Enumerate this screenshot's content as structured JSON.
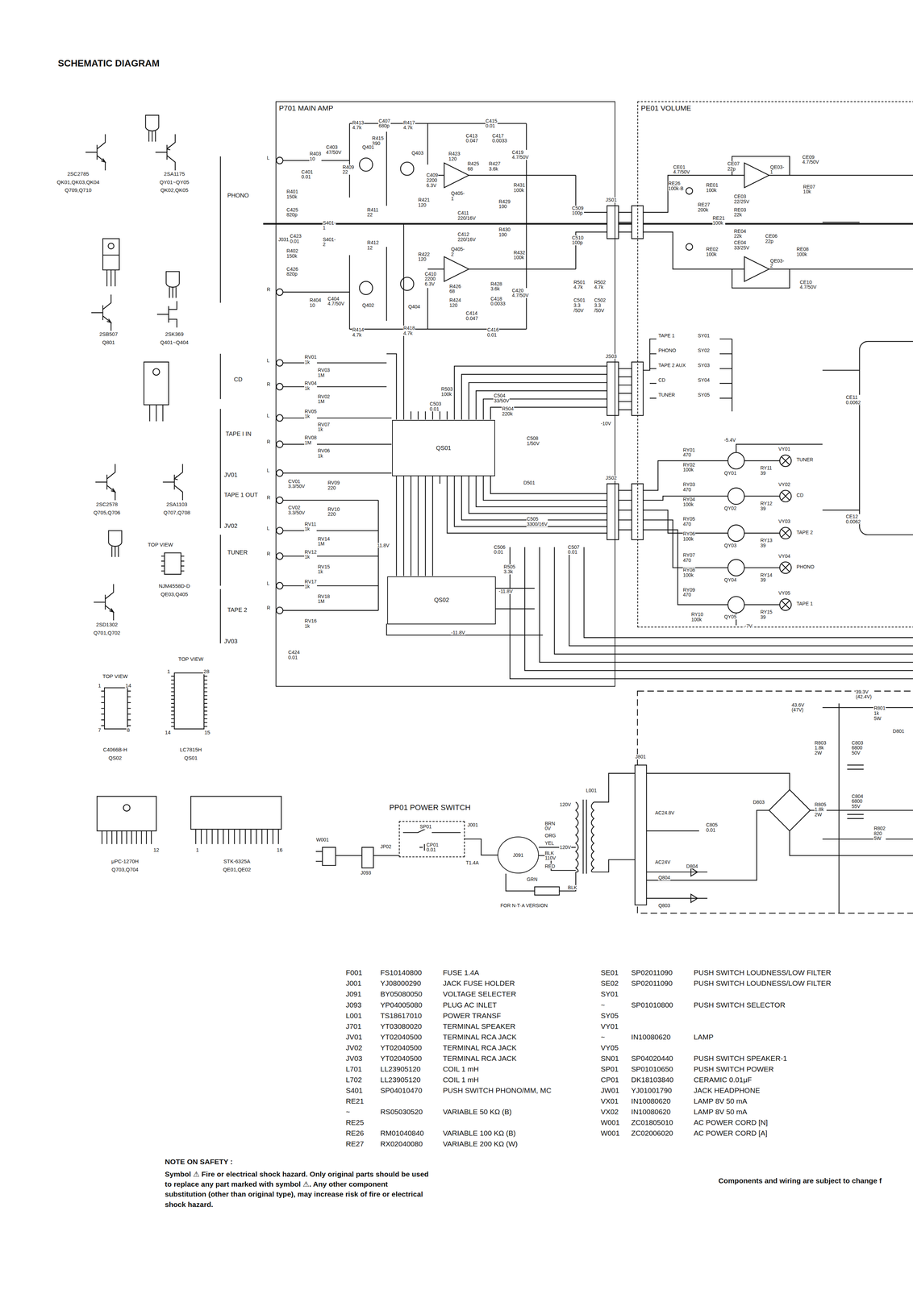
{
  "diagram": {
    "title": "SCHEMATIC DIAGRAM",
    "nodes": [
      {
        "text": [
          "P701 MAIN AMP"
        ]
      },
      {
        "text": [
          "PE01 VOLUME"
        ]
      },
      {
        "text": [
          "QS01"
        ],
        "in": 0
      },
      {
        "text": [
          "QS02"
        ],
        "in": 0
      },
      {
        "text": [
          "PP01 POWER SWITCH"
        ]
      },
      {
        "text": [
          "J091"
        ]
      }
    ],
    "edges": [
      {
        "from": 4,
        "to": 5,
        "arrow": "none"
      }
    ],
    "labels": [
      "2SC2785",
      "QK01,QK03,QK04",
      "Q709,Q710",
      "2SA1175",
      "QY01~QY05",
      "QK02,QK05",
      "2SB507",
      "Q801",
      "2SK369",
      "Q401~Q404",
      "2SC2578",
      "Q705,Q706",
      "2SA1103",
      "Q707,Q708",
      "TOP VIEW",
      "NJM4558D-D",
      "QE03,Q405",
      "2SD1302",
      "Q701,Q702",
      "TOP VIEW",
      "TOP VIEW",
      "C4066B-H",
      "QS02",
      "LC7815H",
      "QS01",
      "μPC-1270H",
      "Q703,Q704",
      "STK-6325A",
      "QE01,QE02",
      "1",
      "14",
      "7",
      "8",
      "1",
      "28",
      "14",
      "15",
      "12",
      "1",
      "16",
      "PHONO",
      "CD",
      "TAPE I IN",
      "TAPE 1 OUT",
      "TUNER",
      "TAPE 2",
      "JV01",
      "JV02",
      "JV03",
      "L",
      "R",
      "L",
      "R",
      "L",
      "R",
      "L",
      "R",
      "L",
      "R",
      "L",
      "R",
      "R413 4.7k",
      "C407 680p",
      "R417 4.7k",
      "R415 390",
      "Q403",
      "C415 0.01",
      "C413 0.047",
      "C417 0.0033",
      "R423 120",
      "R425 68",
      "R427 3.6k",
      "C419 4.7/50V",
      "Q405-1",
      "R429 100",
      "R431 100k",
      "C409 2200 6.3V",
      "R421 120",
      "R403 10",
      "C403 47/50V",
      "R409 22",
      "Q401",
      "C401 0.01",
      "R401 150k",
      "C425 820p",
      "S401-1",
      "S401-2",
      "J031",
      "C423 0.01",
      "R402 150k",
      "C426 820p",
      "R411 22",
      "R412 12",
      "C411 220/16V",
      "C412 220/16V",
      "Q405-2",
      "R426 68",
      "R428 3.6k",
      "R424 120",
      "C418 0.0033",
      "C414 0.047",
      "C420 4.7/50V",
      "R430 100",
      "R432 100k",
      "C410 2200 6.3V",
      "R422 120",
      "Q402",
      "Q404",
      "R404 10",
      "C404 4.7/50V",
      "R414 4.7k",
      "R418 4.7k",
      "C416 0.01",
      "C509 100p",
      "C510 100p",
      "R501 4.7k",
      "R502 4.7k",
      "C501 3.3 /50V",
      "C502 3.3 /50V",
      "JS01",
      "JS03",
      "JS02",
      "R503 100k",
      "C503 0.01",
      "C504 33/50V",
      "R504 220k",
      "C508 1/50V",
      "D501",
      "C505 3300/16V",
      "C506 0.01",
      "C507 0.01",
      "R505 3.3k",
      "-11.8V",
      "-11.8V",
      "11.8V",
      "-10V",
      "RV01 1k",
      "RV03 1M",
      "RV04 1k",
      "RV02 1M",
      "RV05 1k",
      "RV07 1k",
      "RV08 1M",
      "RV06 1k",
      "CV01 3.3/50V",
      "RV09 220",
      "CV02 3.3/50V",
      "RV10 220",
      "RV11 1k",
      "RV14 1M",
      "RV12 1k",
      "RV15 1k",
      "RV17 1k",
      "RV18 1M",
      "RV16 1k",
      "C424 0.01",
      "CE01 4.7/50V",
      "RE26 100k·B",
      "RE01 100k",
      "CE07 22p",
      "QE03-1",
      "CE09 4.7/50V",
      "RE07 10k",
      "RE27 200k",
      "RE21 100k",
      "CE03 22/25V",
      "RE03 22k",
      "RE04 22k",
      "RE02 100k",
      "CE04 33/25V",
      "CE06 22p",
      "QE03-2",
      "RE08 100k",
      "CE10 4.7/50V",
      "TAPE 1",
      "PHONO",
      "TAPE 2 AUX",
      "CD",
      "TUNER",
      "SY01",
      "SY02",
      "SY03",
      "SY04",
      "SY05",
      "RY01 470",
      "RY02 100k",
      "RY03 470",
      "RY04 100k",
      "RY05 470",
      "RY06 100k",
      "RY07 470",
      "RY08 100k",
      "RY09 470",
      "RY10 100k",
      "QY01",
      "QY02",
      "QY03",
      "QY04",
      "QY05",
      "VY01",
      "VY02",
      "VY03",
      "VY04",
      "VY05",
      "TUNER",
      "CD",
      "TAPE 2",
      "PHONO",
      "TAPE 1",
      "RY11 39",
      "RY12 39",
      "RY13 39",
      "RY14 39",
      "RY15 39",
      "-5.4V",
      "-7V",
      "CE11 0.0062",
      "CE12 0.0062",
      "43.6V (47V)",
      "39.3V (42.4V)",
      "R801 1k 5W",
      "R803 1.8k 2W",
      "C803 6800 50V",
      "R805 1.8k 2W",
      "C804 6800 55V",
      "R802 820 5W",
      "D801",
      "D803",
      "J801",
      "C805 0.01",
      "AC24.8V",
      "AC24V",
      "Q804",
      "D804",
      "Q803",
      "L001",
      "120V",
      "BRN 0V",
      "ORG",
      "YEL",
      "120V",
      "BLK 110V",
      "RED",
      "GRN",
      "BLK",
      "FOR N·T·A VERSION",
      "J001",
      "T1.4A",
      "SP01",
      "CP01 0.01",
      "JP02",
      "J093",
      "W001",
      "F001",
      "FS10140800",
      "FUSE 1.4A",
      "J001",
      "YJ08000290",
      "JACK FUSE HOLDER",
      "J091",
      "BY05080050",
      "VOLTAGE SELECTER",
      "J093",
      "YP04005080",
      "PLUG AC INLET",
      "L001",
      "TS18617010",
      "POWER TRANSF",
      "J701",
      "YT03080020",
      "TERMINAL SPEAKER",
      "JV01",
      "YT02040500",
      "TERMINAL RCA JACK",
      "JV02",
      "YT02040500",
      "TERMINAL RCA JACK",
      "JV03",
      "YT02040500",
      "TERMINAL RCA JACK",
      "L701",
      "LL23905120",
      "COIL 1 mH",
      "L702",
      "LL23905120",
      "COIL 1 mH",
      "S401",
      "SP04010470",
      "PUSH SWITCH PHONO/MM, MC",
      "RE21",
      "~",
      "RS05030520",
      "VARIABLE 50 KΩ (B)",
      "RE25",
      "RE26",
      "RM01040840",
      "VARIABLE 100 KΩ (B)",
      "RE27",
      "RX02040080",
      "VARIABLE 200 KΩ (W)",
      "SE01",
      "SP02011090",
      "PUSH SWITCH LOUDNESS/LOW FILTER",
      "SE02",
      "SP02011090",
      "PUSH SWITCH LOUDNESS/LOW FILTER",
      "SY01",
      "~",
      "SP01010800",
      "PUSH SWITCH SELECTOR",
      "SY05",
      "VY01",
      "~",
      "IN10080620",
      "LAMP",
      "VY05",
      "SN01",
      "SP04020440",
      "PUSH SWITCH SPEAKER-1",
      "SP01",
      "SP01010650",
      "PUSH SWITCH POWER",
      "CP01",
      "DK18103840",
      "CERAMIC 0.01μF",
      "JW01",
      "YJ01001790",
      "JACK HEADPHONE",
      "VX01",
      "IN10080620",
      "LAMP 8V 50 mA",
      "VX02",
      "IN10080620",
      "LAMP 8V 50 mA",
      "W001",
      "ZC01805010",
      "AC POWER CORD [N]",
      "W001",
      "ZC02006020",
      "AC POWER CORD [A]",
      "NOTE ON SAFETY :",
      "Symbol ⚠ Fire or electrical shock hazard. Only original parts should be used to replace any part marked with symbol ⚠. Any other component substitution (other than original type), may increase risk of fire or electrical shock hazard.",
      "Components and wiring are subject to change f"
    ]
  }
}
